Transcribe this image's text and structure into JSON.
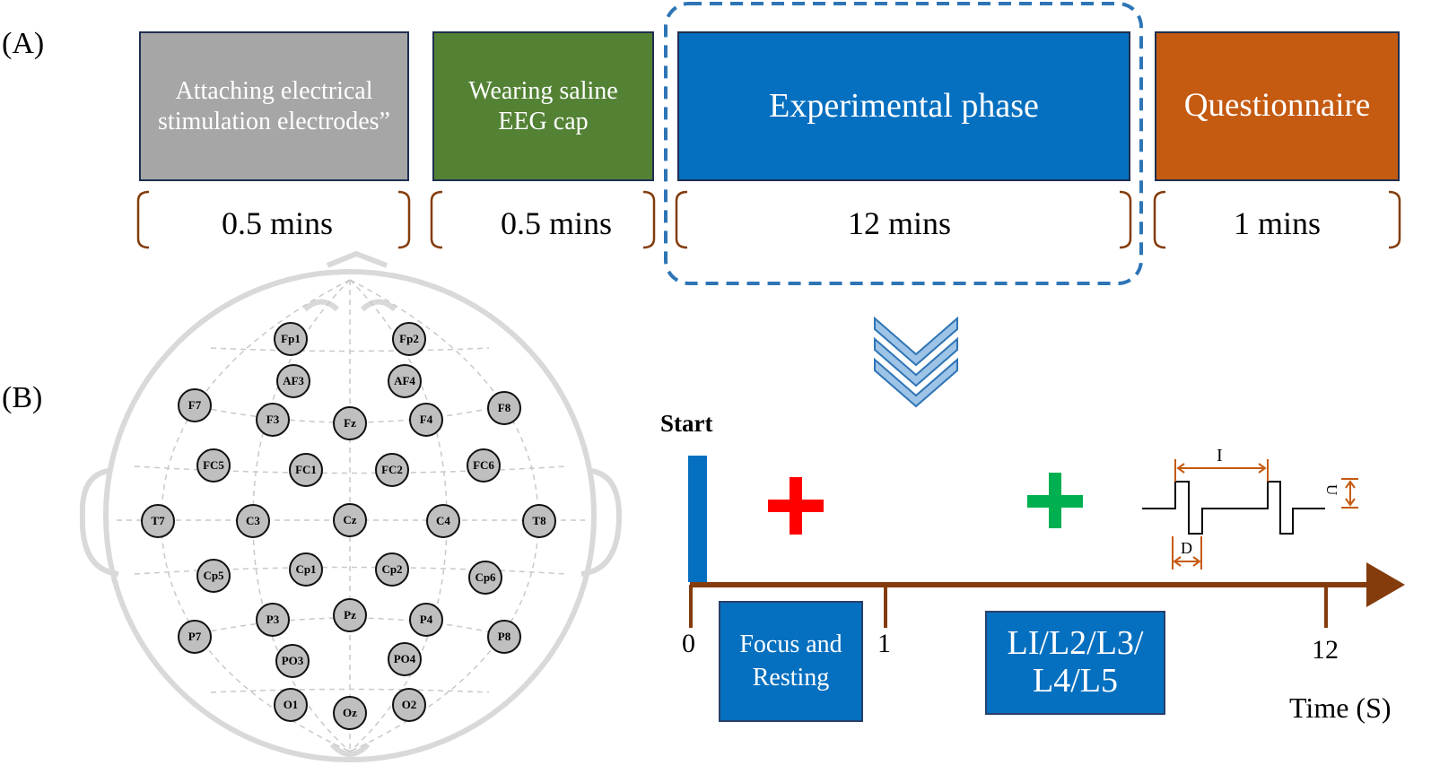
{
  "panel_labels": {
    "a": "(A)",
    "b": "(B)"
  },
  "stages": [
    {
      "label": "Attaching electrical stimulation electrodes”",
      "duration": "0.5 mins",
      "color": "#a6a6a6"
    },
    {
      "label": "Wearing saline EEG cap",
      "duration": "0.5 mins",
      "color": "#548235"
    },
    {
      "label": "Experimental phase",
      "duration": "12 mins",
      "color": "#0670c0"
    },
    {
      "label": "Questionnaire",
      "duration": "1 mins",
      "color": "#c55a11"
    }
  ],
  "electrodes": [
    "Fp1",
    "Fp2",
    "AF3",
    "AF4",
    "F7",
    "F3",
    "Fz",
    "F4",
    "F8",
    "FC5",
    "FC1",
    "FC2",
    "FC6",
    "T7",
    "C3",
    "Cz",
    "C4",
    "T8",
    "Cp5",
    "Cp1",
    "Cp2",
    "Cp6",
    "P7",
    "P3",
    "Pz",
    "P4",
    "P8",
    "PO3",
    "PO4",
    "O1",
    "Oz",
    "O2"
  ],
  "timeline": {
    "start_label": "Start",
    "ticks": [
      "0",
      "1",
      "12"
    ],
    "axis_label": "Time (S)",
    "focus_box": "Focus and Resting",
    "level_box_line1": "LI/L2/L3/",
    "level_box_line2": "L4/L5",
    "cross_colors": {
      "first": "#ff0000",
      "second": "#00b050"
    },
    "pulse_labels": {
      "interval": "I",
      "amplitude": "U",
      "duration": "D"
    },
    "axis_color": "#843c0c",
    "accent_color": "#c55a11"
  }
}
